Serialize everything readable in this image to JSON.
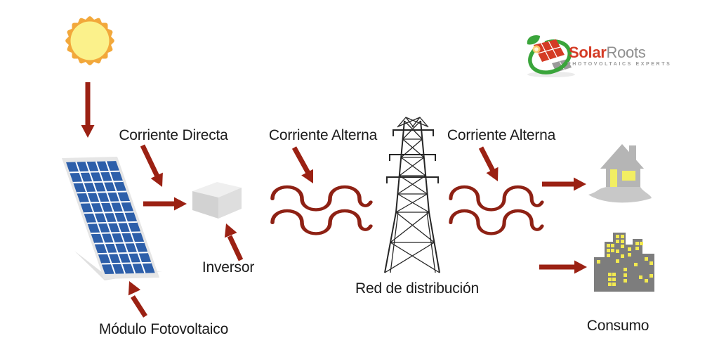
{
  "labels": {
    "corriente_directa": "Corriente Directa",
    "corriente_alterna_left": "Corriente Alterna",
    "corriente_alterna_right": "Corriente Alterna",
    "inversor": "Inversor",
    "modulo_fotovoltaico": "Módulo Fotovoltaico",
    "red_distribucion": "Red de distribución",
    "consumo": "Consumo"
  },
  "logo": {
    "word_solar": "Solar",
    "word_roots": "Roots",
    "tagline": "PHOTOVOLTAICS EXPERTS"
  },
  "colors": {
    "arrow": "#9b2113",
    "wave": "#8e2114",
    "tower": "#262626",
    "label_text": "#1b1b1b",
    "sun_core": "#fbf18b",
    "sun_ray": "#f2a83b",
    "panel_blue": "#2d5faa",
    "panel_frame": "#e6e6e6",
    "house_gray": "#b5b5b5",
    "path_gray": "#c8c8c8",
    "window_yellow": "#f2ee62",
    "city_gray": "#7d7d7d",
    "city_window": "#f2e94f",
    "inverter_top": "#efefef",
    "inverter_left": "#d2d2d2",
    "inverter_right": "#dedede",
    "logo_red": "#d43b25",
    "logo_green": "#3aa53b",
    "logo_gray": "#8f8f8f"
  }
}
